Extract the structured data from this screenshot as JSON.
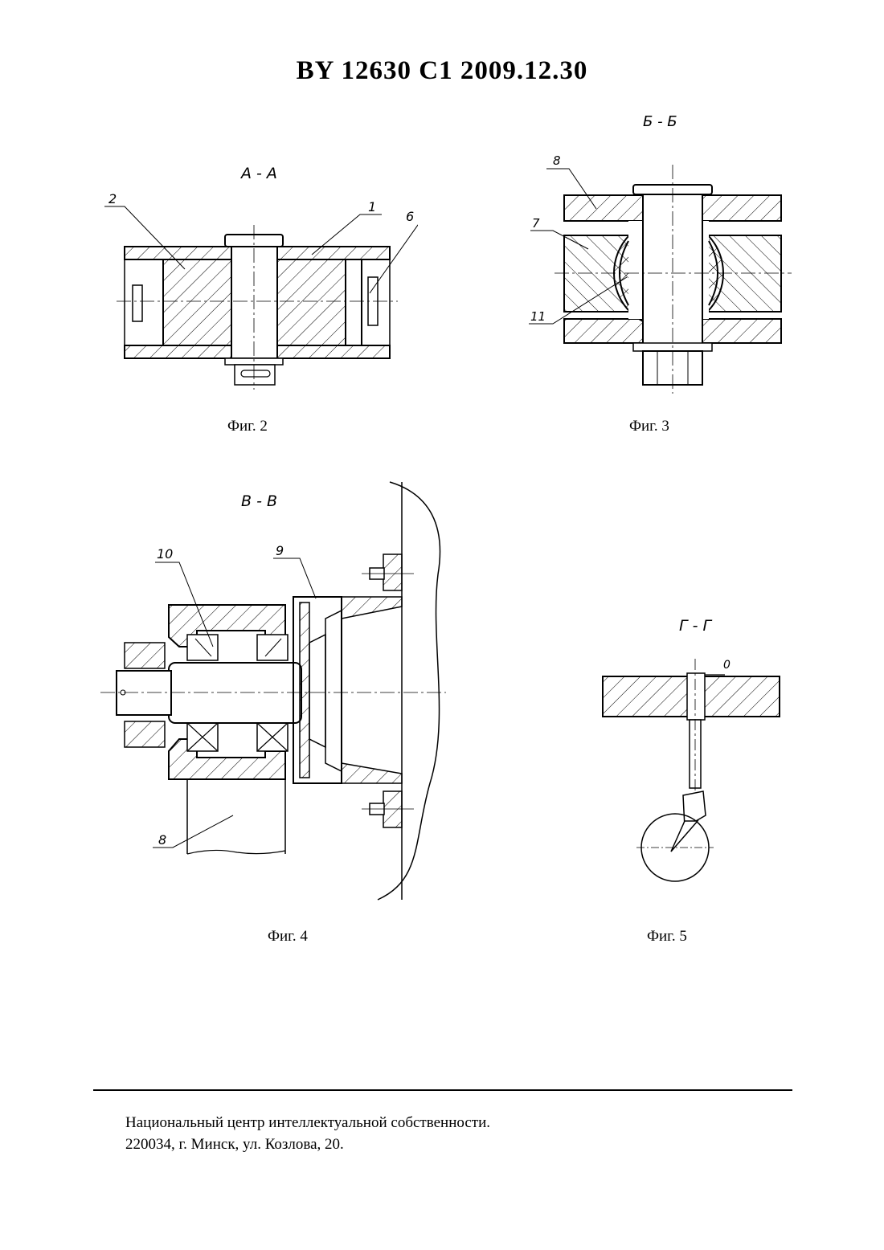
{
  "header": {
    "patent_number": "BY  12630  C1  2009.12.30"
  },
  "figures": [
    {
      "caption": "Фиг. 2",
      "section": "А - А",
      "labels": [
        "2",
        "1",
        "6"
      ]
    },
    {
      "caption": "Фиг. 3",
      "section": "Б - Б",
      "labels": [
        "8",
        "7",
        "11"
      ]
    },
    {
      "caption": "Фиг. 4",
      "section": "В - В",
      "labels": [
        "10",
        "9",
        "8"
      ]
    },
    {
      "caption": "Фиг. 5",
      "section": "Г - Г",
      "labels": [
        "0"
      ]
    }
  ],
  "footer": {
    "line1": "Национальный центр интеллектуальной собственности.",
    "line2": "220034, г. Минск, ул. Козлова, 20."
  }
}
